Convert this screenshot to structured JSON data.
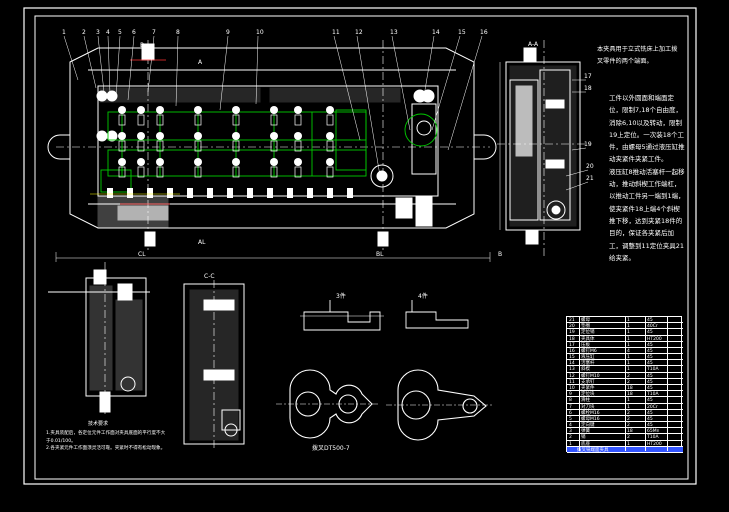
{
  "drawing": {
    "background": "#000000",
    "line_color": "#ffffff",
    "accent_green": "#00cc00",
    "accent_red": "#ff3333",
    "accent_yellow": "#ffff00",
    "accent_blue": "#3355ff"
  },
  "callouts": [
    "1",
    "2",
    "3",
    "4",
    "5",
    "6",
    "7",
    "8",
    "9",
    "10",
    "11",
    "12",
    "13",
    "14",
    "15",
    "16",
    "17",
    "18",
    "19",
    "20",
    "21"
  ],
  "section_labels": {
    "a_a": "A-A",
    "c_c": "C-C",
    "b": "B",
    "view_a": "A",
    "view_b": "B",
    "b_left": "B",
    "dim_left": "CL",
    "dim_center": "AL",
    "dim_bottom": "BL",
    "part_view1": "3件",
    "part_view2": "4件",
    "part_code": "拨叉DT500-7"
  },
  "notes": {
    "top": "本夹具用于立式铣床上加工拨叉零件的两个端面。",
    "main": "工件以外圆面和端面定位，限制7,18个自由度，消除6,10以及转动，限制19上定位。一次装18个工件，由螺母5通过液压缸推动夹紧件夹紧工件。\n液压缸8推动活塞杆一起移动，推动斜楔工作端杠，以推动工件另一端到1端，使夹紧件18上端4个斜楔推下移，达到夹紧18件的目的，保证各夹紧后加工，调整到11定位夹具21给夹紧。",
    "req_title": "技术要求",
    "requirements": "1.夹具装配后，各定位元件工作面对夹具底面的平行度不大于0.01/100。\n2.各夹紧元件工作面须灵活可靠。夹紧时不得有松动现象。"
  },
  "bom": [
    [
      "21",
      "螺母",
      "1",
      "45"
    ],
    [
      "20",
      "垫圈",
      "1",
      "40Cr"
    ],
    [
      "19",
      "定位销",
      "1",
      "45"
    ],
    [
      "18",
      "夹具体",
      "1",
      "HT200"
    ],
    [
      "17",
      "压板",
      "1",
      "45"
    ],
    [
      "16",
      "螺钉M6",
      "4",
      "45"
    ],
    [
      "15",
      "液压缸",
      "1",
      "45"
    ],
    [
      "14",
      "活塞杆",
      "1",
      "45"
    ],
    [
      "13",
      "斜楔",
      "1",
      "T10A"
    ],
    [
      "12",
      "螺钉M10",
      "2",
      "45"
    ],
    [
      "11",
      "支承钉",
      "2",
      "45"
    ],
    [
      "10",
      "夹紧件",
      "18",
      "45"
    ],
    [
      "9",
      "定位块",
      "18",
      "T10A"
    ],
    [
      "8",
      "滑柱",
      "1",
      "45"
    ],
    [
      "7",
      "对刀块",
      "1",
      "20Cr"
    ],
    [
      "6",
      "螺栓M16",
      "2",
      "45"
    ],
    [
      "5",
      "螺母M16",
      "2",
      "45"
    ],
    [
      "4",
      "定向键",
      "2",
      "45"
    ],
    [
      "3",
      "弹簧",
      "18",
      "65Mn"
    ],
    [
      "2",
      "销",
      "2",
      "T10A"
    ],
    [
      "1",
      "底座",
      "1",
      "HT200"
    ]
  ],
  "bom_title": "拨叉铣端面夹具",
  "bom_title_color": "#3355ff"
}
